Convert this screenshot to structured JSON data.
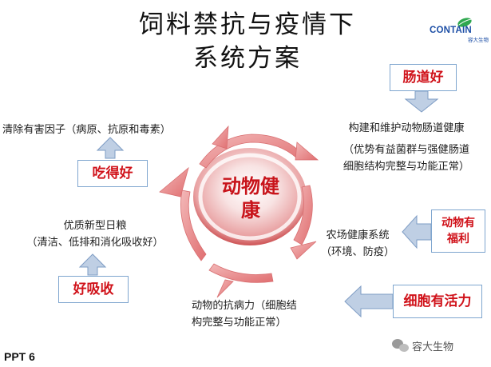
{
  "title": {
    "line1": "饲料禁抗与疫情下",
    "line2": "系统方案"
  },
  "logo": {
    "brand": "CONTAIN",
    "sub": "容大生物"
  },
  "center": {
    "line1": "动物健",
    "line2": "康"
  },
  "boxes": {
    "gut": "肠道好",
    "eat": "吃得好",
    "absorb": "好吸收",
    "welfare_line1": "动物有",
    "welfare_line2": "福利",
    "cell": "细胞有活力"
  },
  "texts": {
    "clear": "清除有害因子（病原、抗原和毒素）",
    "ration_line1": "优质新型日粮",
    "ration_line2": "（清洁、低排和消化吸收好）",
    "gut_line1": "构建和维护动物肠道健康",
    "gut_line2": "（优势有益菌群与强健肠道",
    "gut_line3": "细胞结构完整与功能正常）",
    "farm_line1": "农场健康系统",
    "farm_line2": "（环境、防疫）",
    "disease_line1": "动物的抗病力（细胞结",
    "disease_line2": "构完整与功能正常）"
  },
  "footer": {
    "slide": "PPT 6",
    "watermark": "容大生物"
  },
  "colors": {
    "center_red": "#c8141b",
    "arrow_fill": "#bfcfe4",
    "arrow_stroke": "#7e9cc4",
    "text_red": "#d0121a",
    "ring": "#e9898a"
  },
  "icons": [
    "logo-leaf-icon",
    "wechat-icon"
  ]
}
